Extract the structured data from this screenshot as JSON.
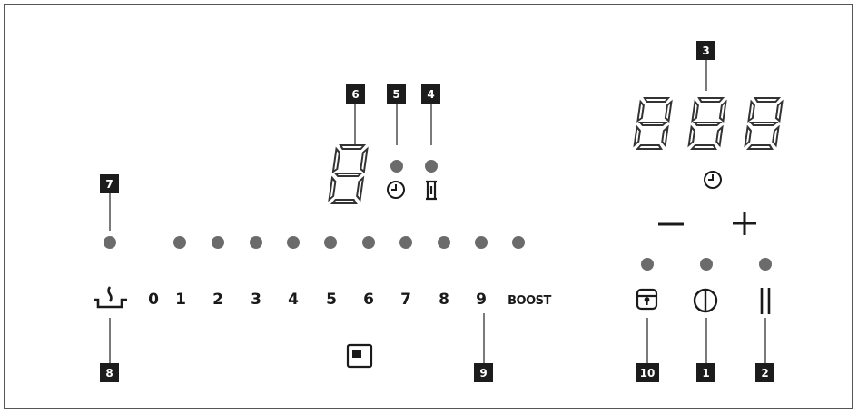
{
  "colors": {
    "dot": "#6b6b6b",
    "badge": "#1c1c1c",
    "ink": "#1a1a1a",
    "segment": "#333333"
  },
  "power_scale": {
    "steps": [
      "0",
      "1",
      "2",
      "3",
      "4",
      "5",
      "6",
      "7",
      "8",
      "9"
    ],
    "boost_label": "BOOST"
  },
  "timer_display": {
    "digits": [
      "8",
      "8",
      "8"
    ]
  },
  "zone_display": {
    "digit": "8"
  },
  "icons": {
    "keep_warm": "keep-warm-icon",
    "clock": "clock-icon",
    "pause": "pause-icon",
    "power": "power-icon",
    "lock": "lock-icon",
    "zone_selector": "cooking-zone-icon",
    "bridge": "bridge-icon",
    "minus": "minus-icon",
    "plus": "plus-icon"
  },
  "callouts": [
    "1",
    "2",
    "3",
    "4",
    "5",
    "6",
    "7",
    "8",
    "9",
    "10"
  ]
}
